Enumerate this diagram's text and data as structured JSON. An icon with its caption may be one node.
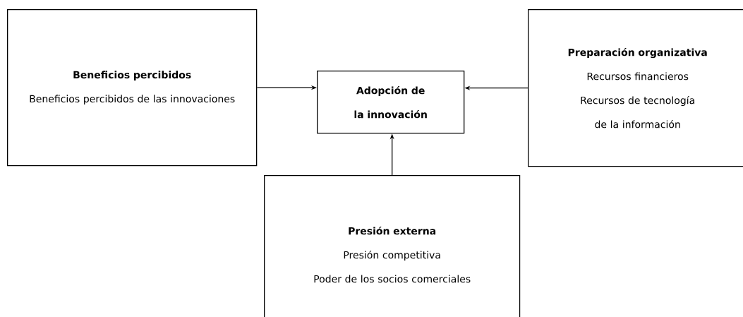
{
  "diagram": {
    "nodes": [
      {
        "text": [
          "Beneficios percibidos",
          "Beneficios percibidos de las innovaciones"
        ]
      },
      {
        "text": [
          "Adopción de la innovación"
        ]
      },
      {
        "text": [
          "Preparación organizativa",
          "Recursos financieros",
          "Recursos de tecnología de la información"
        ]
      },
      {
        "text": [
          "Presión externa",
          "Presión competitiva",
          "Poder de los socios comerciales"
        ]
      }
    ],
    "edges": [
      {
        "from": 0,
        "to": 1,
        "arrow": "to"
      },
      {
        "from": 2,
        "to": 1,
        "arrow": "to"
      },
      {
        "from": 3,
        "to": 1,
        "arrow": "to"
      }
    ]
  }
}
